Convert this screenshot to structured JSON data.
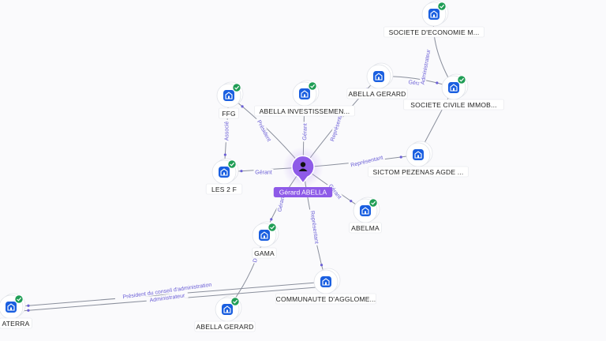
{
  "center": {
    "label": "Gérard ABELLA",
    "icon": "person-icon",
    "color": "#8e5ae8"
  },
  "nodes": [
    {
      "id": "n1",
      "label": "SOCIETE D'ECONOMIE M...",
      "icon": "building-icon",
      "verified": true
    },
    {
      "id": "n2",
      "label": "ABELLA GERARD",
      "icon": "building-icon",
      "verified": false
    },
    {
      "id": "n3",
      "label": "SOCIETE CIVILE IMMOB...",
      "icon": "building-icon",
      "verified": true
    },
    {
      "id": "n4",
      "label": "FFG",
      "icon": "building-icon",
      "verified": true
    },
    {
      "id": "n5",
      "label": "ABELLA INVESTISSEMEN...",
      "icon": "building-icon",
      "verified": true
    },
    {
      "id": "n6",
      "label": "SICTOM PEZENAS AGDE ...",
      "icon": "building-icon",
      "verified": false
    },
    {
      "id": "n7",
      "label": "LES 2 F",
      "icon": "building-icon",
      "verified": true
    },
    {
      "id": "n8",
      "label": "ABELMA",
      "icon": "building-icon",
      "verified": true
    },
    {
      "id": "n9",
      "label": "GAMA",
      "icon": "building-icon",
      "verified": true
    },
    {
      "id": "n10",
      "label": "COMMUNAUTE D'AGGLOME...",
      "icon": "building-icon",
      "verified": false
    },
    {
      "id": "n11",
      "label": "ATERRA",
      "icon": "building-icon",
      "verified": true
    },
    {
      "id": "n12",
      "label": "ABELLA GERARD",
      "icon": "building-icon",
      "verified": true
    }
  ],
  "edges": [
    {
      "from": "center",
      "to": "n7",
      "label": "Gérant"
    },
    {
      "from": "center",
      "to": "n4",
      "label": "Président"
    },
    {
      "from": "center",
      "to": "n5",
      "label": "Gérant"
    },
    {
      "from": "center",
      "to": "n2",
      "label": "Représentant"
    },
    {
      "from": "center",
      "to": "n6",
      "label": "Représentant"
    },
    {
      "from": "center",
      "to": "n8",
      "label": "Gérant"
    },
    {
      "from": "center",
      "to": "n10",
      "label": "Représentant"
    },
    {
      "from": "center",
      "to": "n9",
      "label": "Gérant"
    },
    {
      "from": "n4",
      "to": "n7",
      "label": "Associé"
    },
    {
      "from": "n2",
      "to": "n3",
      "label": "Gérant"
    },
    {
      "from": "n3",
      "to": "n1",
      "label": "Administrateur"
    },
    {
      "from": "n6",
      "to": "n3",
      "label": ""
    },
    {
      "from": "n10",
      "to": "n11",
      "label": "Président du conseil d'administration"
    },
    {
      "from": "n10",
      "to": "n11",
      "label": "Administrateur"
    },
    {
      "from": "n12",
      "to": "n9",
      "label": "D"
    }
  ],
  "colors": {
    "node_icon": "#1a5fe0",
    "verified_badge": "#1f9d55",
    "edge_label": "#6b5fd6",
    "edge": "#8a8f9c"
  }
}
